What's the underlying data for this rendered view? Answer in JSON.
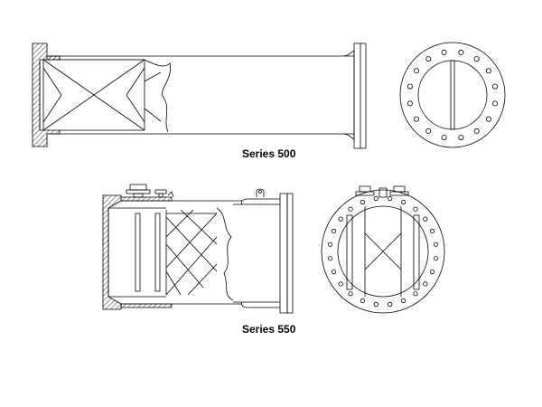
{
  "figures": [
    {
      "id": "series-500",
      "caption": "Series 500"
    },
    {
      "id": "series-550",
      "caption": "Series 550"
    }
  ],
  "colors": {
    "line": "#000000",
    "background": "#ffffff",
    "hatch": "#000000"
  }
}
